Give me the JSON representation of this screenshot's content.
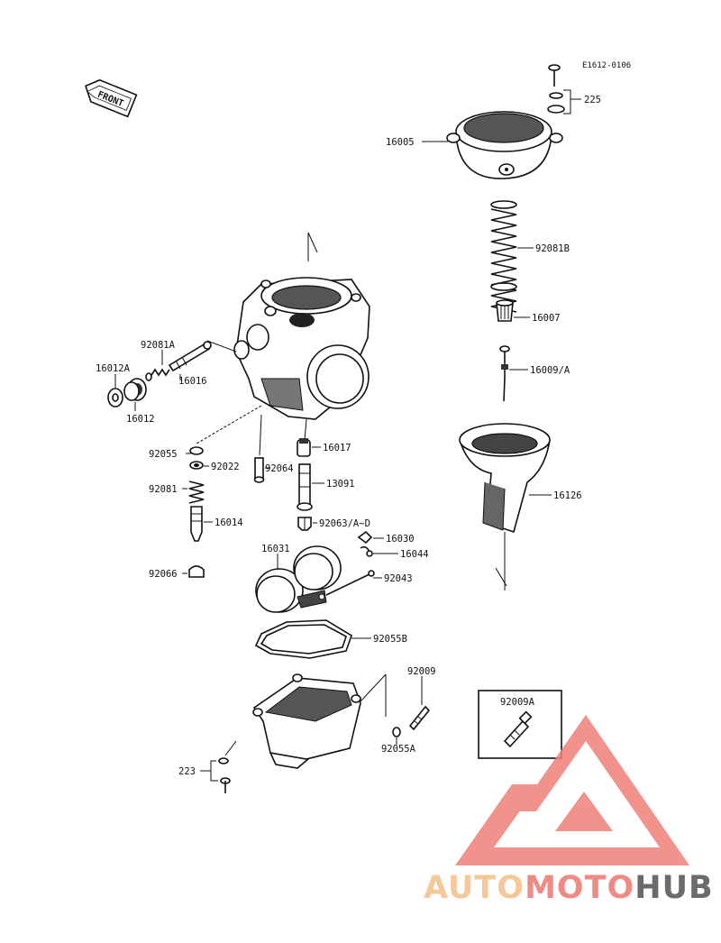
{
  "diagram": {
    "reference_code": "E1612-0106",
    "front_badge": "FRONT",
    "part_labels": {
      "p225": "225",
      "p16005": "16005",
      "p92081B": "92081B",
      "p16007": "16007",
      "p16009A": "16009/A",
      "p16126": "16126",
      "p92081A": "92081A",
      "p16012A": "16012A",
      "p16016": "16016",
      "p16012": "16012",
      "p92055": "92055",
      "p92022": "92022",
      "p92064": "92064",
      "p16017": "16017",
      "p13091": "13091",
      "p92081": "92081",
      "p16014": "16014",
      "p92063": "92063/A~D",
      "p16030": "16030",
      "p16044": "16044",
      "p16031": "16031",
      "p92043": "92043",
      "p92066": "92066",
      "p92055B": "92055B",
      "p92009": "92009",
      "p92055A": "92055A",
      "p223": "223",
      "p92009A_box": "92009A"
    }
  },
  "watermark": {
    "part1": "AUTO",
    "part2": "MOTO",
    "part3": "HUB",
    "colors": {
      "auto": "#f5c89a",
      "moto": "#f08a84",
      "hub": "#6b6b6b",
      "triangle": "#f07f78"
    }
  }
}
